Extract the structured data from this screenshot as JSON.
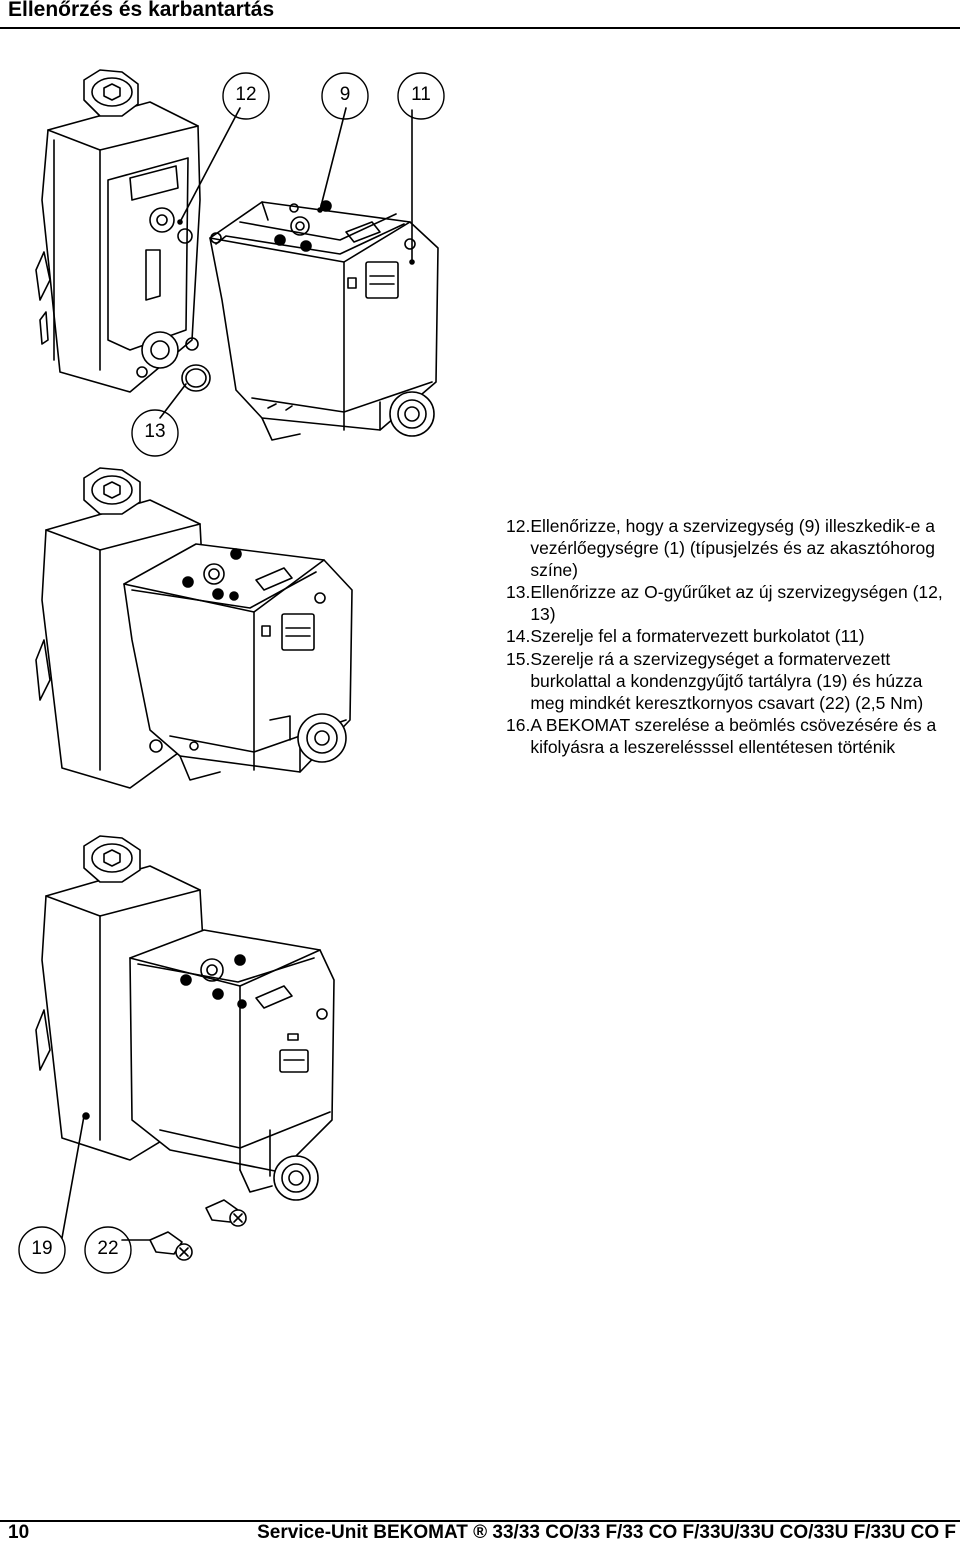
{
  "header": {
    "title": "Ellenőrzés és karbantartás"
  },
  "figure1": {
    "callouts": [
      "12",
      "9",
      "11",
      "13"
    ]
  },
  "figure3": {
    "callouts": [
      "19",
      "22"
    ]
  },
  "steps": [
    {
      "num": "12.",
      "text": "Ellenőrizze, hogy a szervizegység (9) illeszke­dik-e a vezérlőegységre (1) (típusjelzés és az akasztóhorog színe)"
    },
    {
      "num": "13.",
      "text": "Ellenőrizze az O-gyűrűket az új szervizegysé­gen (12, 13)"
    },
    {
      "num": "14.",
      "text": "Szerelje fel a formatervezett burkolatot (11)"
    },
    {
      "num": "15.",
      "text": "Szerelje rá a szervizegységet a formatervezett burkolattal a kondenzgyűjtő tartályra (19) és húzza meg mindkét keresztkornyos csavart (22) (2,5 Nm)"
    },
    {
      "num": "16.",
      "text": "A BEKOMAT szerelése a beömlés csövezésére és a kifolyásra a leszerelésssel ellentétesen tör­ténik"
    }
  ],
  "footer": {
    "page_number": "10",
    "title": "Service-Unit BEKOMAT ® 33/33 CO/33 F/33 CO F/33U/33U CO/33U F/33U CO F"
  }
}
